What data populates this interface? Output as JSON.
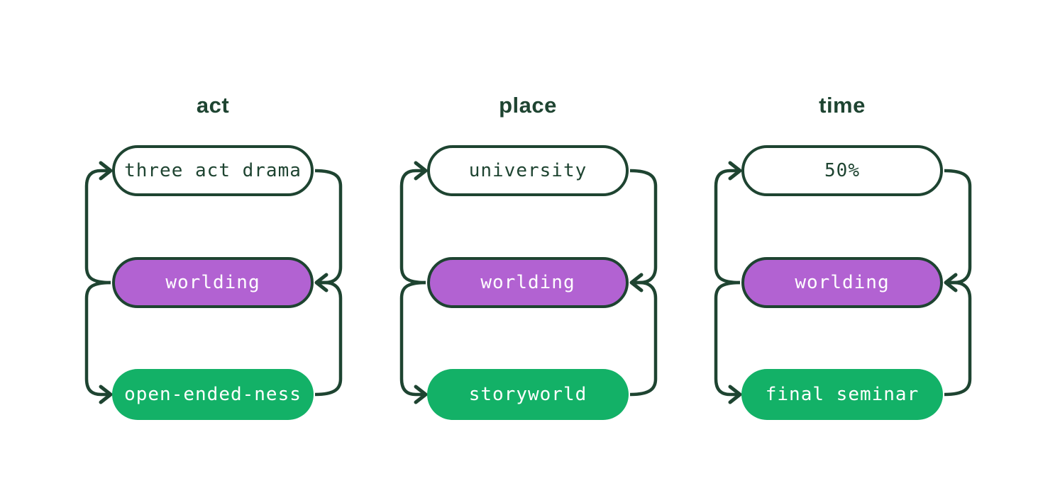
{
  "diagram": {
    "background_color": "#ffffff",
    "line_color": "#1e4431",
    "title_color": "#1e4431",
    "purple_fill": "#b262d2",
    "green_fill": "#13b167",
    "outline_node_text_color": "#1e4431",
    "filled_node_text_color": "#ffffff",
    "columns": [
      {
        "title": "act",
        "nodes": [
          {
            "label": "three act drama",
            "variant": "outline"
          },
          {
            "label": "worlding",
            "variant": "purple"
          },
          {
            "label": "open-ended-ness",
            "variant": "green"
          }
        ],
        "links": [
          {
            "from": "worlding",
            "to": "three act drama",
            "side": "left"
          },
          {
            "from": "three act drama",
            "to": "worlding",
            "side": "right"
          },
          {
            "from": "worlding",
            "to": "open-ended-ness",
            "side": "left"
          },
          {
            "from": "open-ended-ness",
            "to": "worlding",
            "side": "right"
          }
        ]
      },
      {
        "title": "place",
        "nodes": [
          {
            "label": "university",
            "variant": "outline"
          },
          {
            "label": "worlding",
            "variant": "purple"
          },
          {
            "label": "storyworld",
            "variant": "green"
          }
        ],
        "links": [
          {
            "from": "worlding",
            "to": "university",
            "side": "left"
          },
          {
            "from": "university",
            "to": "worlding",
            "side": "right"
          },
          {
            "from": "worlding",
            "to": "storyworld",
            "side": "left"
          },
          {
            "from": "storyworld",
            "to": "worlding",
            "side": "right"
          }
        ]
      },
      {
        "title": "time",
        "nodes": [
          {
            "label": "50%",
            "variant": "outline"
          },
          {
            "label": "worlding",
            "variant": "purple"
          },
          {
            "label": "final seminar",
            "variant": "green"
          }
        ],
        "links": [
          {
            "from": "worlding",
            "to": "50%",
            "side": "left"
          },
          {
            "from": "50%",
            "to": "worlding",
            "side": "right"
          },
          {
            "from": "worlding",
            "to": "final seminar",
            "side": "left"
          },
          {
            "from": "final seminar",
            "to": "worlding",
            "side": "right"
          }
        ]
      }
    ]
  }
}
